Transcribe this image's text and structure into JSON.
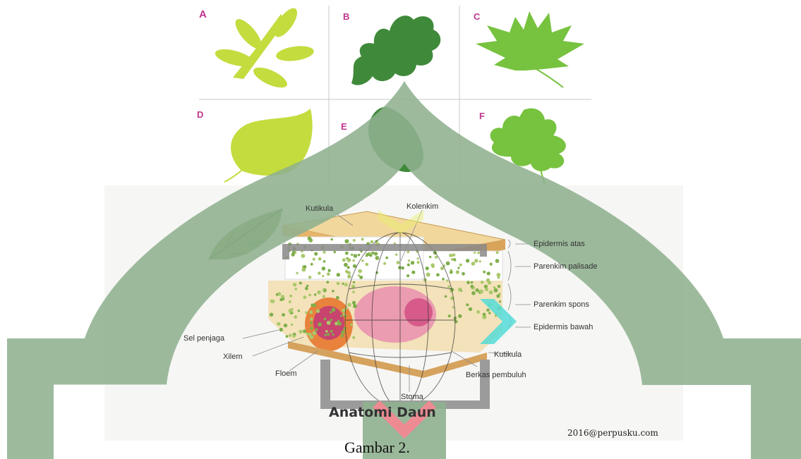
{
  "leaf_gallery": {
    "letters": [
      "A",
      "B",
      "C",
      "D",
      "E",
      "F"
    ]
  },
  "anatomy": {
    "labels": {
      "kutikula_top": "Kutikula",
      "kolenkim": "Kolenkim",
      "epidermis_atas": "Epidermis atas",
      "parenkim_palisade": "Parenkim palisade",
      "parenkim_spons": "Parenkim spons",
      "epidermis_bawah": "Epidermis bawah",
      "sel_penjaga": "Sel penjaga",
      "xilem": "Xilem",
      "floem": "Floem",
      "stoma": "Stoma",
      "kutikula_bottom": "Kutikula",
      "berkas_pembuluh": "Berkas pembuluh"
    },
    "title": "Anatomi Daun",
    "copyright": "2016@perpusku.com"
  },
  "caption": "Gambar 2.",
  "colors": {
    "watermark_green": "#8fb08f",
    "leaf_lime": "#c4dc3e",
    "leaf_dark": "#3f8a3a",
    "leaf_mid": "#77c23f",
    "letter_magenta": "#c0368f",
    "cyan_marker": "#55dcd8",
    "pink_marker": "#ee8a92"
  }
}
